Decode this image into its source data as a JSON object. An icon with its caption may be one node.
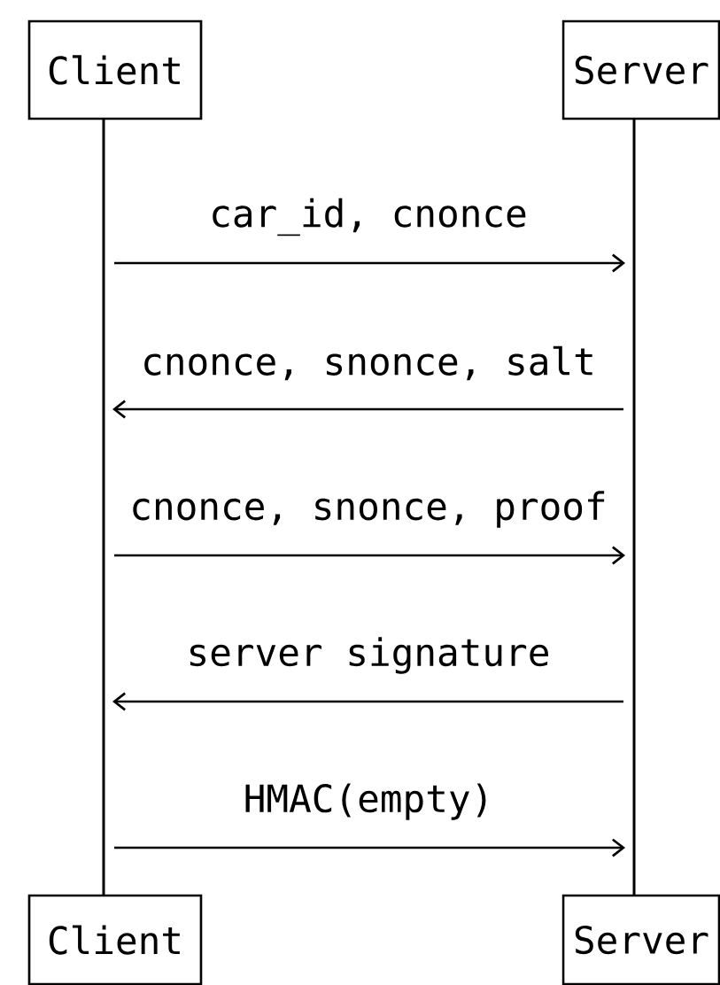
{
  "diagram": {
    "nodes": [
      {
        "text": [
          "Client"
        ]
      },
      {
        "text": [
          "Server"
        ]
      },
      {
        "text": [],
        "shape": "bar"
      },
      {
        "text": [],
        "shape": "bar"
      },
      {
        "text": [
          "Client"
        ]
      },
      {
        "text": [
          "Server"
        ]
      }
    ],
    "edges": [
      {
        "from": 2,
        "to": 3,
        "arrow": "to",
        "label": "car_id, cnonce"
      },
      {
        "from": 3,
        "to": 2,
        "arrow": "to",
        "label": "cnonce, snonce, salt"
      },
      {
        "from": 2,
        "to": 3,
        "arrow": "to",
        "label": "cnonce, snonce, proof"
      },
      {
        "from": 3,
        "to": 2,
        "arrow": "to",
        "label": "server signature"
      },
      {
        "from": 2,
        "to": 3,
        "arrow": "to",
        "label": "HMAC(empty)"
      }
    ]
  }
}
